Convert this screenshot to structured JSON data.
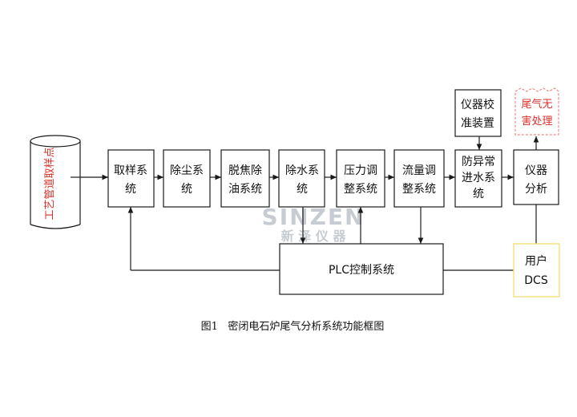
{
  "pipe_label": "工艺管道取样点",
  "nodes": {
    "sampling": [
      "取样系",
      "统"
    ],
    "dust": [
      "除尘系",
      "统"
    ],
    "detar": [
      "脱焦除",
      "油系统"
    ],
    "dewater": [
      "除水系",
      "统"
    ],
    "pressure": [
      "压力调",
      "整系统"
    ],
    "flow": [
      "流量调",
      "整系统"
    ],
    "backflow": [
      "防异常",
      "进水系",
      "统"
    ],
    "calibration": [
      "仪器校",
      "准装置"
    ],
    "analyzer": [
      "仪器",
      "分析"
    ],
    "exhaust": [
      "尾气无",
      "害处理"
    ],
    "plc": "PLC控制系统",
    "dcs": [
      "用户",
      "DCS"
    ]
  },
  "watermark": {
    "brand": "SINZEN",
    "cn": "新 泽 仪 器"
  },
  "caption": "图1   密闭电石炉尾气分析系统功能框图",
  "colors": {
    "line": "#1a1a1a",
    "exhaust_text": "#e0302b",
    "exhaust_border": "#f08a8a",
    "dcs_border": "#f2e27a",
    "pipe_text": "#e0302b",
    "watermark": "#9aa4ae"
  }
}
